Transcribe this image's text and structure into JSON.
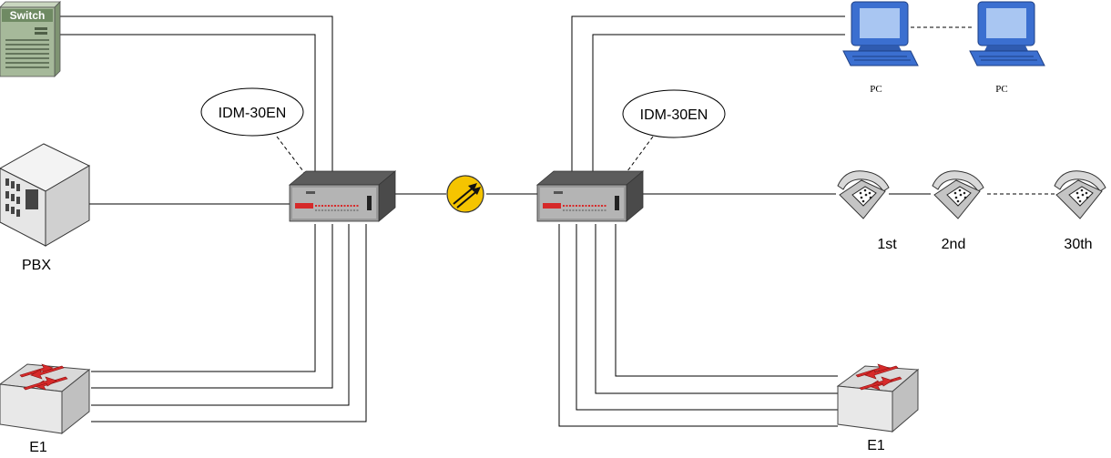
{
  "callouts": {
    "left": "IDM-30EN",
    "right": "IDM-30EN"
  },
  "devices": {
    "switch_label": "Switch",
    "pbx_label": "PBX",
    "e1_left_label": "E1",
    "e1_right_label": "E1",
    "pc_1_label": "PC",
    "pc_2_label": "PC",
    "phone_1_label": "1st",
    "phone_2_label": "2nd",
    "phone_3_label": "30th"
  },
  "icons": [
    "switch-icon",
    "pbx-icon",
    "ethernet-switch-icon",
    "idm-30en-device-icon",
    "fiber-link-icon",
    "pc-icon",
    "telephone-icon"
  ],
  "colors": {
    "fiber_yellow": "#f5c400",
    "pc_blue": "#3b6fd0",
    "pc_screen": "#a9c6f2",
    "switch_green": "#a6b99a",
    "device_body": "#8a8a8a",
    "arrow_red": "#d62a2a"
  }
}
